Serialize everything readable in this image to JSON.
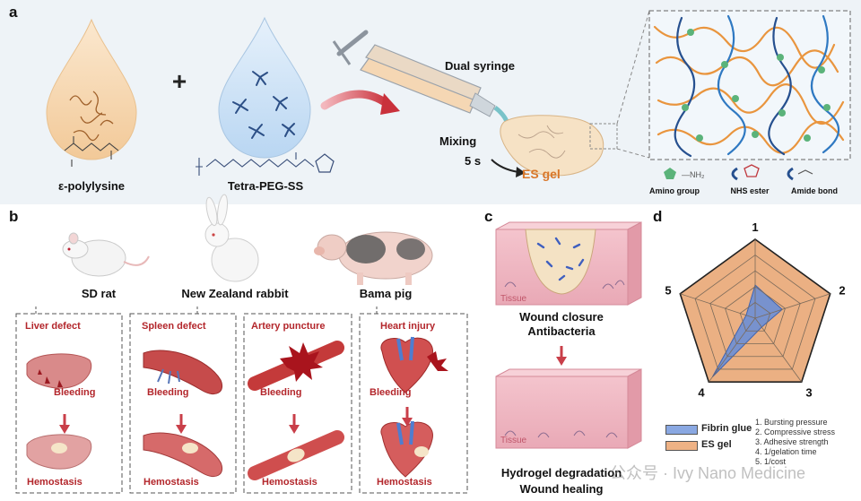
{
  "panel_labels": {
    "a": "a",
    "b": "b",
    "c": "c",
    "d": "d"
  },
  "panel_a": {
    "plus": "+",
    "left_drop": "ε-polylysine",
    "right_drop": "Tetra-PEG-SS",
    "syringe": "Dual syringe",
    "mixing": "Mixing",
    "time": "5 s",
    "gel": "ES gel",
    "legend": {
      "amino": "Amino group",
      "nhs": "NHS ester",
      "amide": "Amide bond",
      "amino_formula": "—NH₂"
    }
  },
  "panel_b": {
    "animals": [
      "SD rat",
      "New Zealand rabbit",
      "Bama pig"
    ],
    "boxes": [
      {
        "title": "Liver defect",
        "bleeding": "Bleeding",
        "result": "Hemostasis"
      },
      {
        "title": "Spleen defect",
        "bleeding": "Bleeding",
        "result": "Hemostasis"
      },
      {
        "title": "Artery puncture",
        "bleeding": "Bleeding",
        "result": "Hemostasis"
      },
      {
        "title": "Heart injury",
        "bleeding": "Bleeding",
        "result": "Hemostasis"
      }
    ]
  },
  "panel_c": {
    "tissue_label": "Tissue",
    "tissue_label_2": "Tissue",
    "step1_line1": "Wound closure",
    "step1_line2": "Antibacteria",
    "step2_line1": "Hydrogel degradation",
    "step2_line2": "Wound healing"
  },
  "chart_data": {
    "type": "radar",
    "axes": [
      "1",
      "2",
      "3",
      "4",
      "5"
    ],
    "levels": 5,
    "range": [
      0,
      5
    ],
    "series": [
      {
        "name": "Fibrin glue",
        "values": [
          2.1,
          1.8,
          0.7,
          4.6,
          0.6
        ],
        "color": "#6b8fd6"
      },
      {
        "name": "ES gel",
        "values": [
          5,
          5,
          5,
          5,
          5
        ],
        "color": "#e8a26d"
      }
    ],
    "legend_items": [
      "1. Bursting pressure",
      "2. Compressive stress",
      "3. Adhesive strength",
      "4. 1/gelation time",
      "5. 1/cost"
    ]
  },
  "watermark": "公众号 · Ivy Nano Medicine",
  "colors": {
    "red": "#b3262b",
    "orange": "#d9772a",
    "es_fill": "#eeb285",
    "fibrin_fill": "#8aa8e2"
  }
}
